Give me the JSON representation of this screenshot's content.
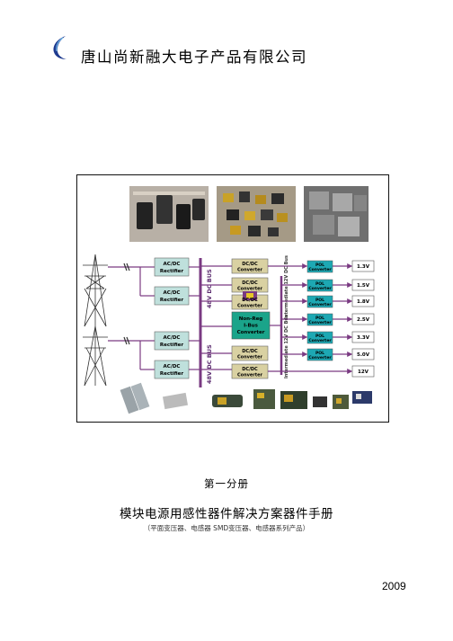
{
  "header": {
    "company_name": "唐山尚新融大电子产品有限公司",
    "logo_color": "#1f3b8f"
  },
  "diagram": {
    "rectifier_line1": "AC/DC",
    "rectifier_line2": "Rectifier",
    "bus_48v_a": "48V DC BUS",
    "bus_48v_b": "48V DC BUS",
    "dcdc_line1": "DC/DC",
    "dcdc_line2": "Converter",
    "nonreg_lines": [
      "Non-Reg",
      "I-Bus",
      "Converter"
    ],
    "intermediate_a": "Intermediate 12V DC Bus",
    "intermediate_b": "Intermediate 12V DC Bus",
    "pol_line1": "POL",
    "pol_line2": "Converter",
    "outputs": [
      "1.3V",
      "1.5V",
      "1.8V",
      "2.5V",
      "3.3V",
      "5.0V",
      "12V"
    ],
    "colors": {
      "rectifier": "#bfe0dc",
      "dcdc": "#d9d1a2",
      "pol": "#1da8b3",
      "nonreg": "#1aa48a",
      "bus": "#7a3a82"
    }
  },
  "document": {
    "volume": "第一分册",
    "title": "模块电源用感性器件解决方案器件手册",
    "subtitle": "（平面变压器、电感器 SMD变压器、电感器系列产品）",
    "year": "2009"
  }
}
